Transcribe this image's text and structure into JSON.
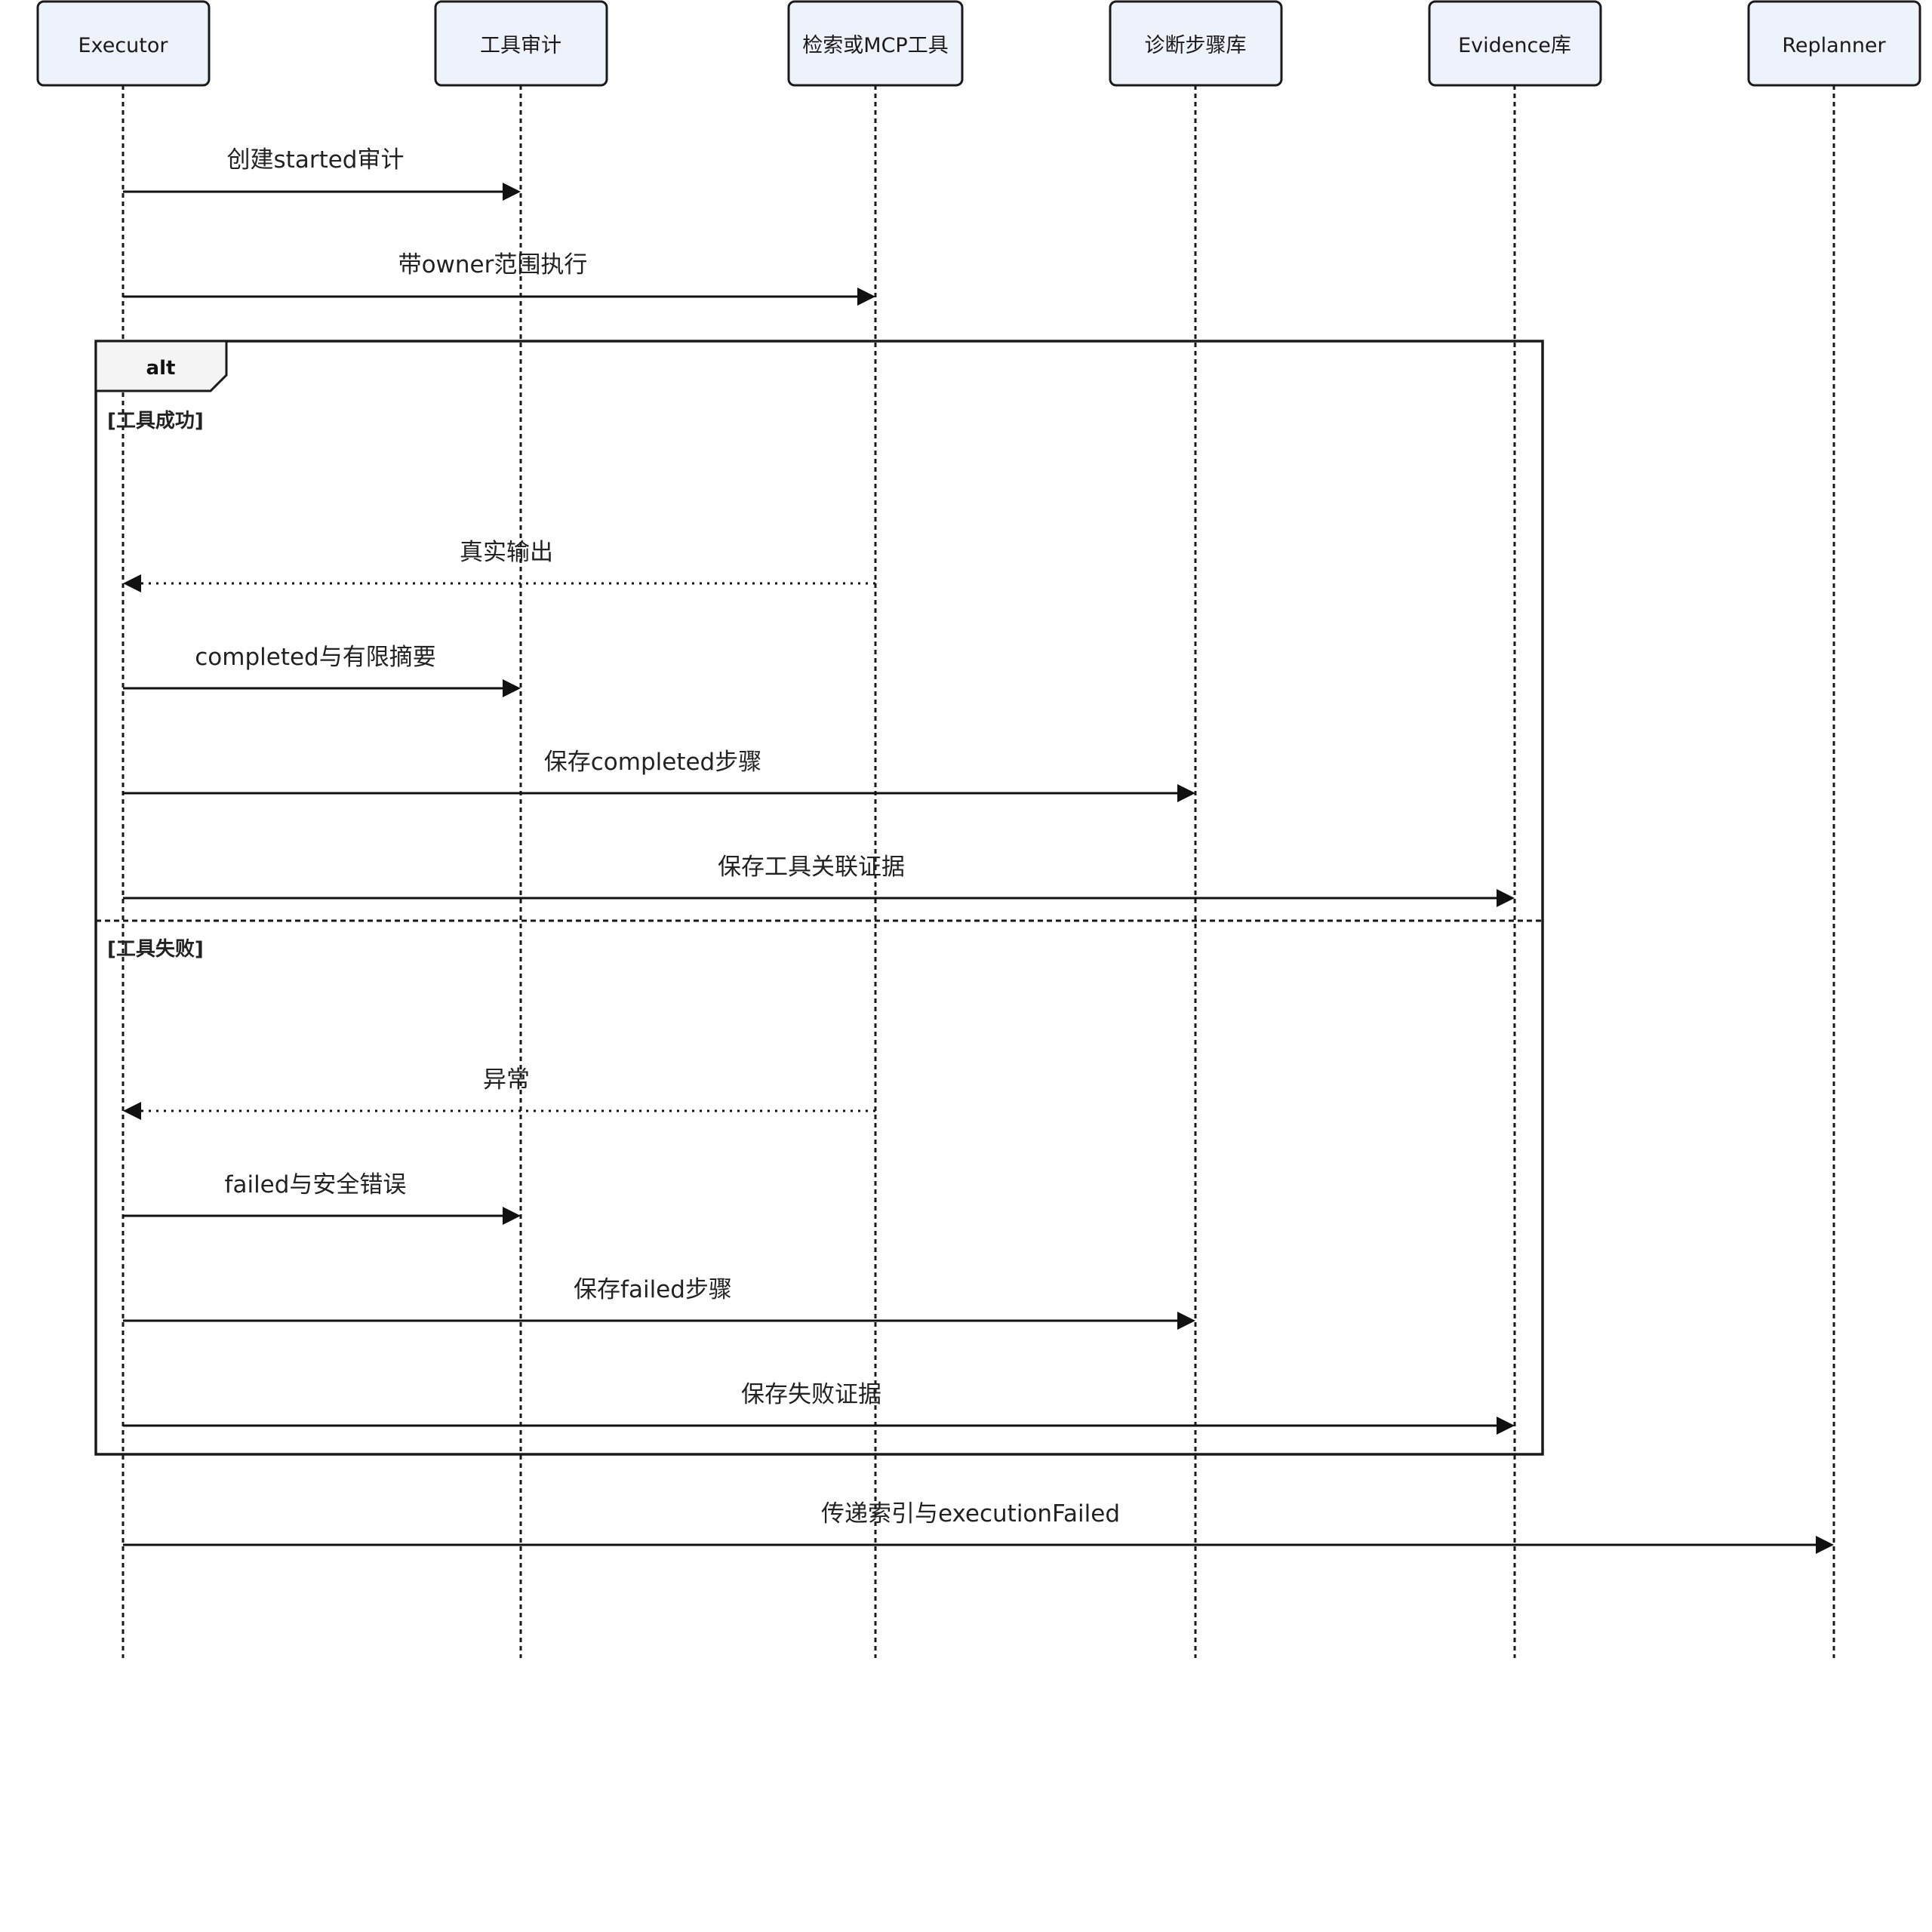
{
  "participants": [
    {
      "id": "executor",
      "label": "Executor"
    },
    {
      "id": "audit",
      "label": "工具审计"
    },
    {
      "id": "mcp",
      "label": "检索或MCP工具"
    },
    {
      "id": "steps",
      "label": "诊断步骤库"
    },
    {
      "id": "evidence",
      "label": "Evidence库"
    },
    {
      "id": "replanner",
      "label": "Replanner"
    }
  ],
  "messages": [
    {
      "from": "executor",
      "to": "audit",
      "label": "创建started审计",
      "style": "solid"
    },
    {
      "from": "executor",
      "to": "mcp",
      "label": "带owner范围执行",
      "style": "solid"
    },
    {
      "from": "mcp",
      "to": "executor",
      "label": "真实输出",
      "style": "dotted"
    },
    {
      "from": "executor",
      "to": "audit",
      "label": "completed与有限摘要",
      "style": "solid"
    },
    {
      "from": "executor",
      "to": "steps",
      "label": "保存completed步骤",
      "style": "solid"
    },
    {
      "from": "executor",
      "to": "evidence",
      "label": "保存工具关联证据",
      "style": "solid"
    },
    {
      "from": "mcp",
      "to": "executor",
      "label": "异常",
      "style": "dotted"
    },
    {
      "from": "executor",
      "to": "audit",
      "label": "failed与安全错误",
      "style": "solid"
    },
    {
      "from": "executor",
      "to": "steps",
      "label": "保存failed步骤",
      "style": "solid"
    },
    {
      "from": "executor",
      "to": "evidence",
      "label": "保存失败证据",
      "style": "solid"
    },
    {
      "from": "executor",
      "to": "replanner",
      "label": "传递索引与executionFailed",
      "style": "solid"
    }
  ],
  "fragment": {
    "operator": "alt",
    "branches": [
      {
        "condition": "[工具成功]"
      },
      {
        "condition": "[工具失败]"
      }
    ]
  }
}
